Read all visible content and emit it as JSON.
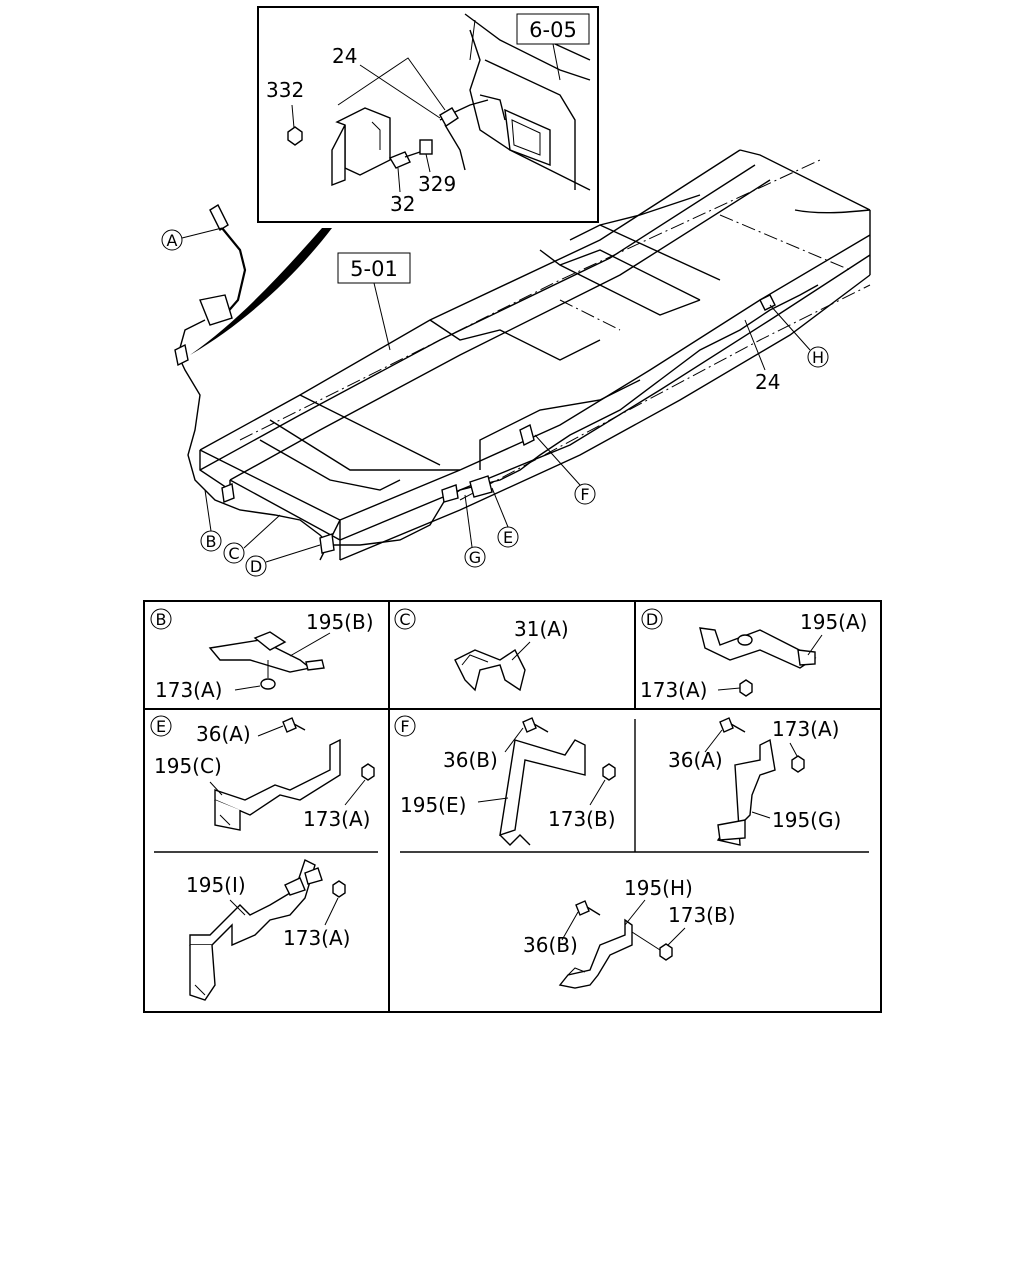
{
  "references": {
    "inset": "6-05",
    "frame": "5-01"
  },
  "inset_labels": {
    "clip_24": "24",
    "nut_332": "332",
    "bolt_32": "32",
    "washer_329": "329"
  },
  "main_labels": {
    "cable_24": "24"
  },
  "callouts": {
    "A": "A",
    "B": "B",
    "C": "C",
    "D": "D",
    "E": "E",
    "F": "F",
    "G": "G",
    "H": "H"
  },
  "details": {
    "B": {
      "key": "B",
      "bracket": "195(B)",
      "nut": "173(A)"
    },
    "C": {
      "key": "C",
      "clip": "31(A)"
    },
    "D": {
      "key": "D",
      "bracket": "195(A)",
      "nut": "173(A)"
    },
    "E": {
      "key": "E",
      "bolt": "36(A)",
      "bracket": "195(C)",
      "nut": "173(A)"
    },
    "F": {
      "key": "F",
      "bolt": "36(B)",
      "bracket": "195(E)",
      "nut": "173(B)"
    },
    "G": {
      "bolt": "36(A)",
      "bracket": "195(G)",
      "nut": "173(A)"
    },
    "I": {
      "bracket": "195(I)",
      "nut": "173(A)"
    },
    "H": {
      "bracket": "195(H)",
      "nut": "173(B)",
      "bolt": "36(B)"
    }
  }
}
